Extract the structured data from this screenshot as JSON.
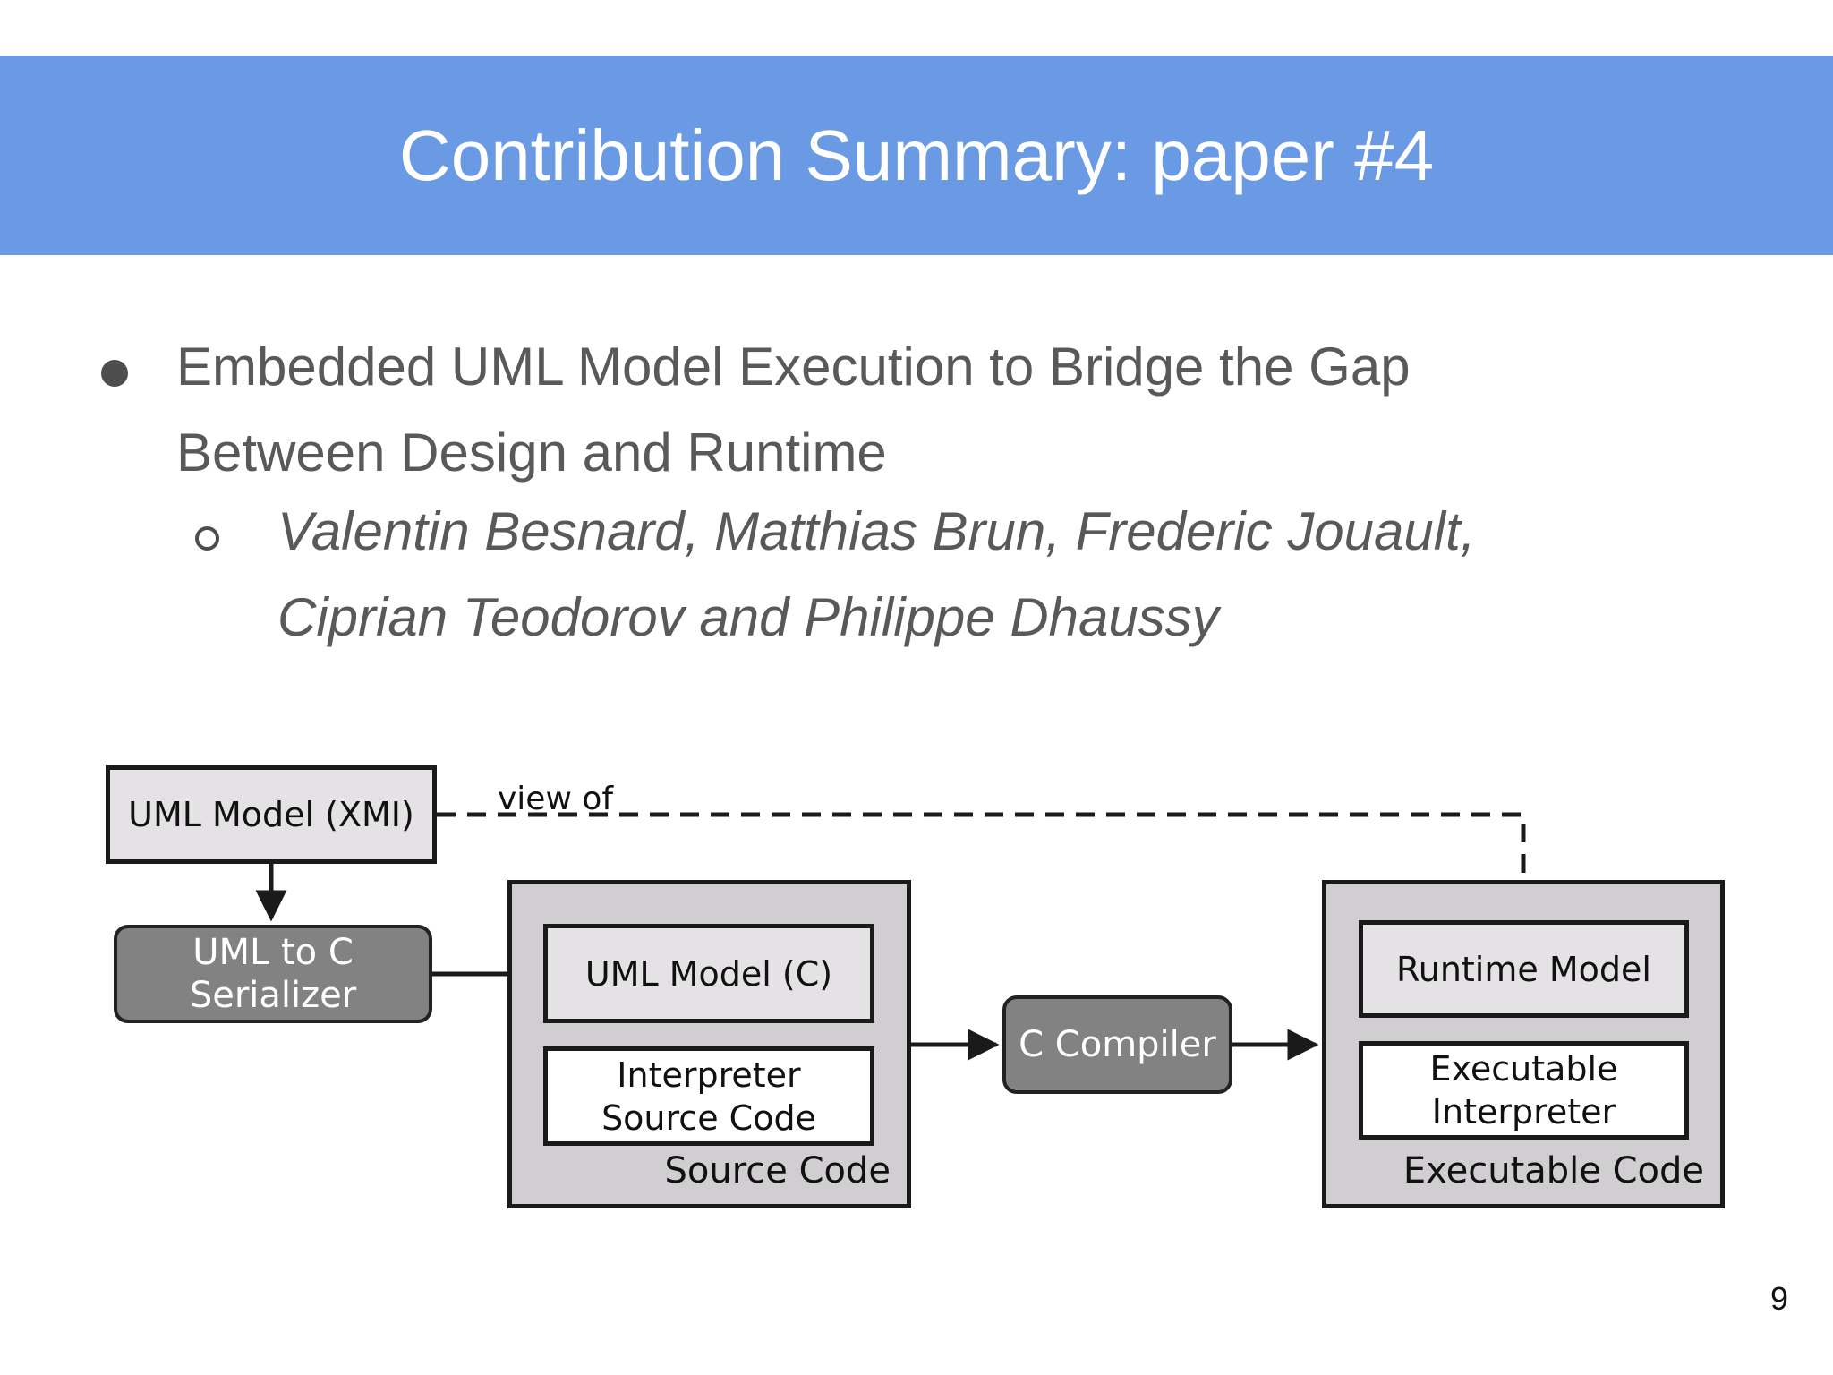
{
  "slide": {
    "title": "Contribution Summary: paper #4",
    "page_number": "9",
    "colors": {
      "header_bg": "#6b9ae4",
      "title_text": "#ffffff",
      "body_text": "#595959",
      "container_bg": "#d0ced0",
      "light_box_bg": "#e4e2e4",
      "dark_box_bg": "#828282",
      "diagram_border": "#1a1a1a"
    }
  },
  "bullets": {
    "main": {
      "line1": "Embedded UML Model Execution to Bridge the Gap",
      "line2": "Between Design and Runtime"
    },
    "authors": {
      "line1": "Valentin Besnard, Matthias Brun, Frederic Jouault,",
      "line2": "Ciprian Teodorov and Philippe Dhaussy"
    }
  },
  "diagram": {
    "uml_model_xmi": "UML Model (XMI)",
    "view_of_label": "view of",
    "uml_to_c_serializer": "UML to C Serializer",
    "uml_model_c": "UML Model (C)",
    "interpreter_source_code": {
      "line1": "Interpreter",
      "line2": "Source Code"
    },
    "source_code_label": "Source Code",
    "c_compiler": "C Compiler",
    "runtime_model": "Runtime Model",
    "executable_interpreter": {
      "line1": "Executable",
      "line2": "Interpreter"
    },
    "executable_code_label": "Executable Code"
  }
}
